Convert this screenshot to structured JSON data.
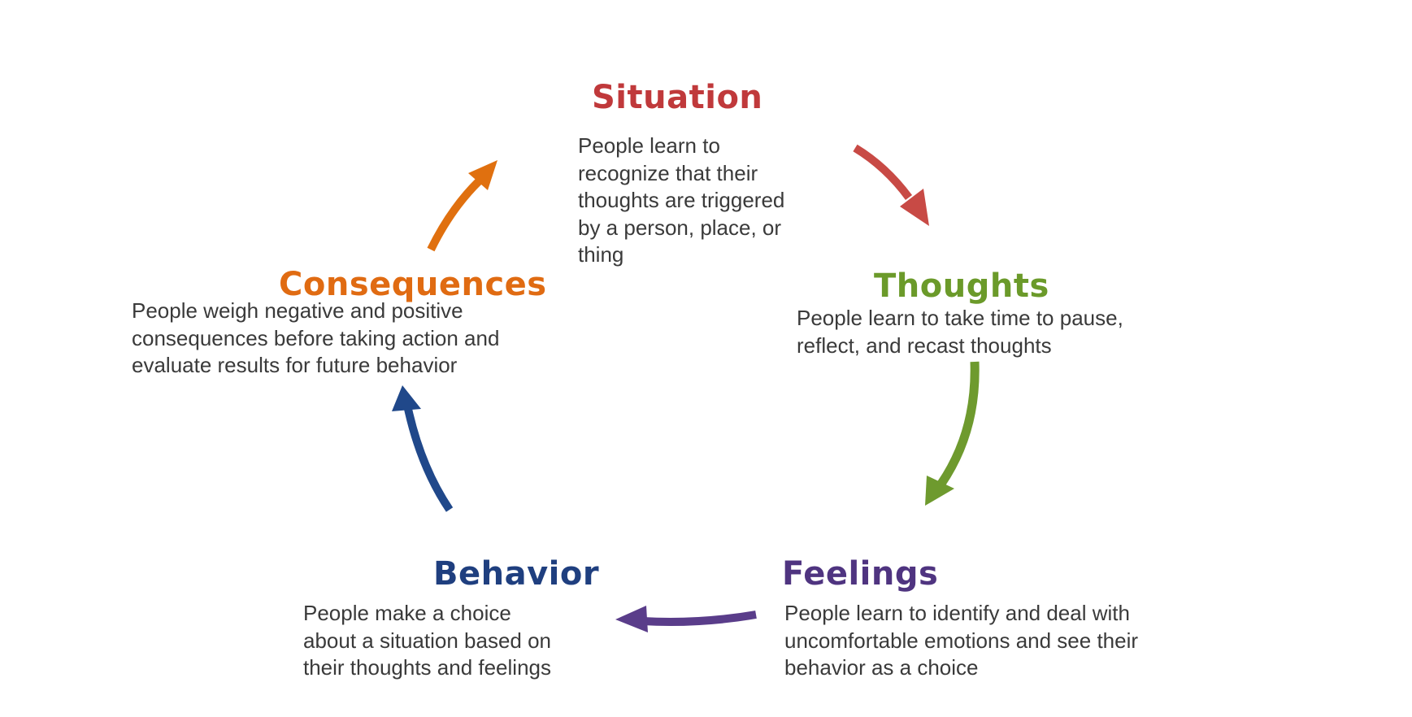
{
  "diagram": {
    "type": "cycle",
    "nodes": [
      {
        "id": "situation",
        "title": "Situation",
        "description": "People learn to\nrecognize that their\nthoughts are triggered\nby a person, place, or\nthing",
        "color": "#c0393b"
      },
      {
        "id": "thoughts",
        "title": "Thoughts",
        "description": "People learn to take time to pause,\nreflect, and recast thoughts",
        "color": "#6b9a2a"
      },
      {
        "id": "feelings",
        "title": "Feelings",
        "description": "People learn to identify and deal with\nuncomfortable emotions and see their\nbehavior as a choice",
        "color": "#4f3480"
      },
      {
        "id": "behavior",
        "title": "Behavior",
        "description": "People make a choice\nabout a situation based on\ntheir thoughts and feelings",
        "color": "#1f3f7f"
      },
      {
        "id": "consequences",
        "title": "Consequences",
        "description": "People weigh negative and positive\nconsequences before taking action and\nevaluate results for future behavior",
        "color": "#e06b12"
      }
    ],
    "edges": [
      {
        "from": "situation",
        "to": "thoughts",
        "color": "#c84a45"
      },
      {
        "from": "thoughts",
        "to": "feelings",
        "color": "#6e9a2e"
      },
      {
        "from": "feelings",
        "to": "behavior",
        "color": "#5a3d8a"
      },
      {
        "from": "behavior",
        "to": "consequences",
        "color": "#20488a"
      },
      {
        "from": "consequences",
        "to": "situation",
        "color": "#e0700f"
      }
    ]
  }
}
